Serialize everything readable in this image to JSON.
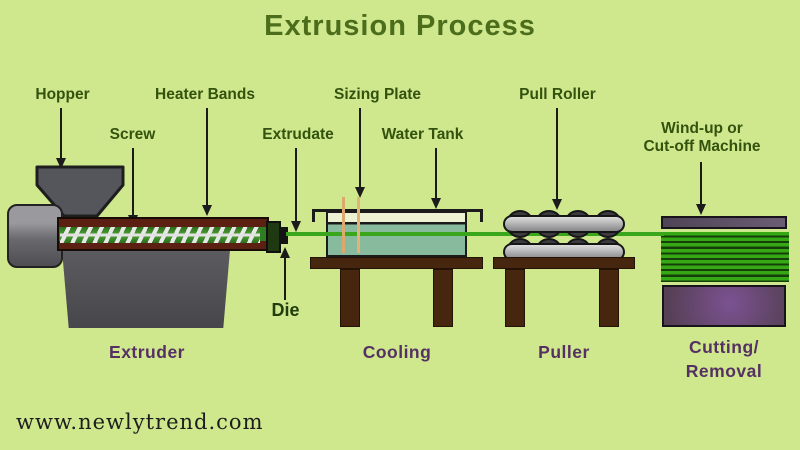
{
  "title": "Extrusion Process",
  "watermark": "www.newlytrend.com",
  "labels": {
    "hopper": "Hopper",
    "screw": "Screw",
    "heater_bands": "Heater Bands",
    "extrudate": "Extrudate",
    "sizing_plate": "Sizing Plate",
    "water_tank": "Water Tank",
    "pull_roller": "Pull Roller",
    "windup": "Wind-up or\nCut-off Machine",
    "die": "Die"
  },
  "stages": {
    "extruder": "Extruder",
    "cooling": "Cooling",
    "puller": "Puller",
    "cutting": "Cutting/\nRemoval"
  },
  "colors": {
    "background": "#cfe88d",
    "title_text": "#4c6e1c",
    "callout_text": "#33520e",
    "stage_text": "#553063",
    "extrudate_green": "#3aa61c",
    "barrel_maroon": "#5c2012",
    "barrel_green": "#2e7d22",
    "water_teal": "#88bb9e",
    "table_brown": "#46260e",
    "machine_gray": "#5c5c60",
    "windup_purple": "#6b5d74"
  }
}
